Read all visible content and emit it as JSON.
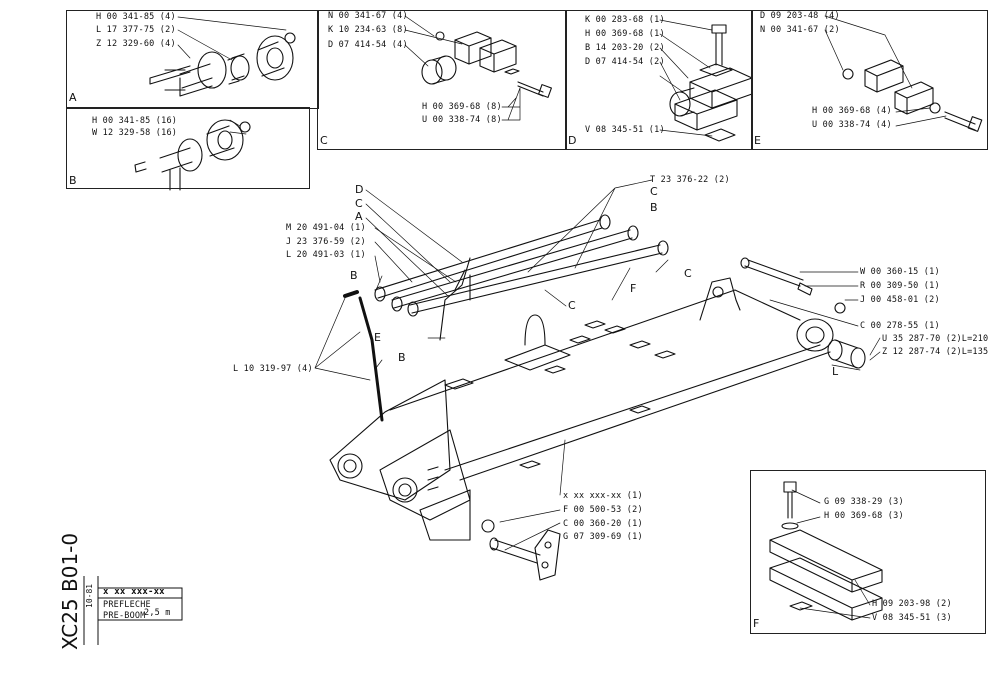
{
  "panels": {
    "A": {
      "letter": "A",
      "parts": [
        "H 00 341-85 (4)",
        "L 17 377-75 (2)",
        "Z 12 329-60 (4)"
      ]
    },
    "B": {
      "letter": "B",
      "parts": [
        "H 00 341-85 (16)",
        "W 12 329-58 (16)"
      ]
    },
    "C": {
      "letter": "C",
      "parts": [
        "N 00 341-67 (4)",
        "K 10 234-63 (8)",
        "D 07 414-54 (4)",
        "H 00 369-68 (8)",
        "U 00 338-74 (8)"
      ]
    },
    "D": {
      "letter": "D",
      "parts": [
        "K 00 283-68 (1)",
        "H 00 369-68 (1)",
        "B 14 203-20 (2)",
        "D 07 414-54 (2)",
        "V 08 345-51 (1)"
      ]
    },
    "E": {
      "letter": "E",
      "parts": [
        "D 09 203-48 (4)",
        "N 00 341-67 (2)",
        "H 00 369-68 (4)",
        "U 00 338-74 (4)"
      ]
    },
    "F": {
      "letter": "F",
      "parts": [
        "G 09 338-29 (3)",
        "H 00 369-68 (3)",
        "H 09 203-98 (2)",
        "V 08 345-51 (3)"
      ]
    }
  },
  "main": {
    "left_parts": [
      "M 20 491-04 (1)",
      "J 23 376-59 (2)",
      "L 20 491-03 (1)",
      "L 10 319-97 (4)"
    ],
    "top_part": "T 23 376-22 (2)",
    "right_parts": [
      "W 00 360-15 (1)",
      "R 00 309-50 (1)",
      "J 00 458-01 (2)",
      "C 00 278-55 (1)",
      "U 35 287-70 (2)L=210",
      "Z 12 287-74 (2)L=135"
    ],
    "bottom_parts": [
      "x xx xxx-xx (1)",
      "F 00 500-53 (2)",
      "C 00 360-20 (1)",
      "G 07 309-69 (1)"
    ],
    "callouts": [
      "D",
      "C",
      "A",
      "B",
      "E",
      "B",
      "C",
      "B",
      "C",
      "F",
      "C"
    ],
    "dimension": "L"
  },
  "title_block": {
    "code_vertical": "XC25 B01-0",
    "date_vertical": "10-81",
    "number": "x xx xxx-xx",
    "name_1": "PREFLECHE",
    "name_2": "PRE-BOOM",
    "size": "2,5 m"
  }
}
